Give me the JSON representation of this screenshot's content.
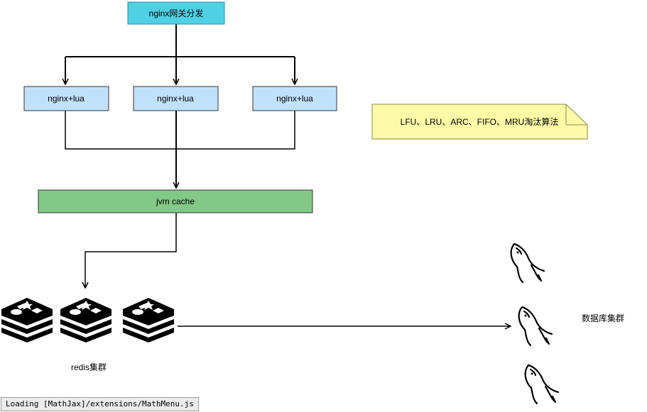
{
  "nodes": {
    "gateway": {
      "label": "nginx网关分发",
      "fill": "#4fd0e4"
    },
    "nginx_lua": [
      {
        "label": "nginx+lua",
        "fill": "#c1e1fb"
      },
      {
        "label": "nginx+lua",
        "fill": "#c1e1fb"
      },
      {
        "label": "nginx+lua",
        "fill": "#c1e1fb"
      }
    ],
    "jvm_cache": {
      "label": "jvm cache",
      "fill": "#82c886"
    },
    "note": {
      "label": "LFU、LRU、ARC、FIFO、MRU淘汰算法",
      "fill": "#fefba8"
    },
    "redis": {
      "label": "redis集群",
      "icon_count": 3,
      "icon": "redis-icon"
    },
    "database": {
      "label": "数据库集群",
      "icon_count": 3,
      "icon": "mysql-dolphin-icon"
    }
  },
  "status_bar": {
    "text": "Loading [MathJax]/extensions/MathMenu.js"
  }
}
